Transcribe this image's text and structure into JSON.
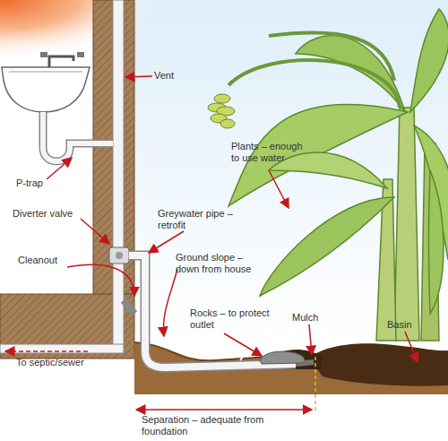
{
  "diagram": {
    "labels": [
      "Vent",
      "P-trap",
      "Diverter valve",
      "Greywater pipe – retrofit",
      "Cleanout",
      "Ground slope – down from house",
      "Plants – enough to use water",
      "Rocks – to protect outlet",
      "Mulch",
      "Basin",
      "To septic/sewer",
      "Separation – adequate from foundation"
    ]
  }
}
